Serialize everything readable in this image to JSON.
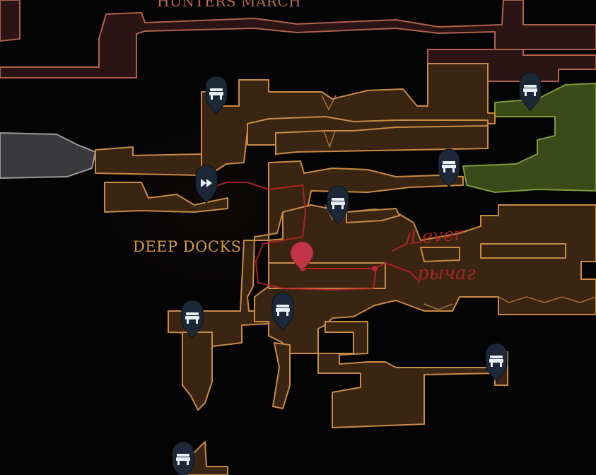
{
  "map": {
    "regions": [
      {
        "id": "hunters-march",
        "label": "HUNTERS MARCH",
        "color": "#b86b55"
      },
      {
        "id": "deep-docks",
        "label": "DEEP DOCKS",
        "color": "#d99a48"
      }
    ],
    "colors": {
      "background": "#050404",
      "deep_docks_fill": "#3a2512",
      "deep_docks_outline": "#c98a45",
      "hunters_fill": "#2a1414",
      "hunters_outline": "#b0604f",
      "grey_region_fill": "#3a3a3c",
      "grey_region_outline": "#9a9a9c",
      "green_region_fill": "#3c4a1a",
      "green_region_outline": "#7e9a3a",
      "route_ink": "#b8262b",
      "pin": "#c23548",
      "bench_marker": "#1c2838"
    },
    "annotation": {
      "text_top": "Lever",
      "text_bottom": "рычаг"
    },
    "markers": [
      {
        "icon": "bench-icon"
      },
      {
        "icon": "bench-icon"
      },
      {
        "icon": "bench-icon"
      },
      {
        "icon": "bench-icon"
      },
      {
        "icon": "bench-icon"
      },
      {
        "icon": "bench-icon"
      },
      {
        "icon": "bench-icon"
      },
      {
        "icon": "bench-icon"
      },
      {
        "icon": "fast-travel-icon"
      },
      {
        "icon": "location-pin-icon"
      }
    ]
  }
}
